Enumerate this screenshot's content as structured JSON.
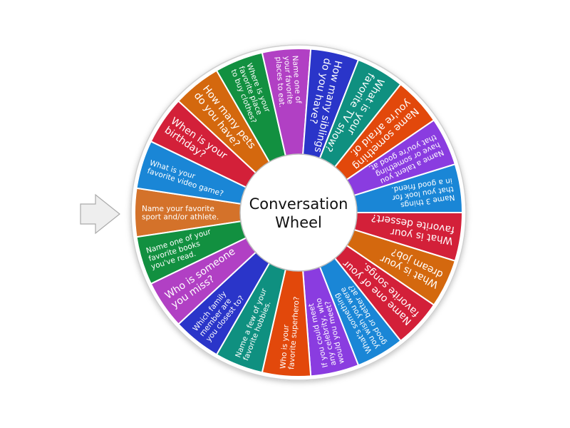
{
  "wheel": {
    "title_line1": "Conversation",
    "title_line2": "Wheel",
    "pointer_icon": "arrow-right-icon",
    "segments": [
      {
        "lines": [
          "Name your favorite",
          "sport and/or athlete."
        ],
        "color": "#d4722a",
        "big": false
      },
      {
        "lines": [
          "What is your",
          "favorite video game?"
        ],
        "color": "#1a86d6",
        "big": false
      },
      {
        "lines": [
          "When is your",
          "birthday?"
        ],
        "color": "#d32039",
        "big": true
      },
      {
        "lines": [
          "How many pets",
          "do you have?"
        ],
        "color": "#d4680e",
        "big": true
      },
      {
        "lines": [
          "Where is your",
          "favorite place",
          "to buy clothes?"
        ],
        "color": "#129040",
        "big": false
      },
      {
        "lines": [
          "Name one of",
          "your favorite",
          "places to eat."
        ],
        "color": "#b140c4",
        "big": false
      },
      {
        "lines": [
          "How many siblings",
          "do you have?"
        ],
        "color": "#2a35c9",
        "big": true
      },
      {
        "lines": [
          "What is your",
          "favorite TV show?"
        ],
        "color": "#0f9080",
        "big": true
      },
      {
        "lines": [
          "Name something",
          "you're afraid of."
        ],
        "color": "#e2480b",
        "big": true
      },
      {
        "lines": [
          "Name a talent you",
          "have or something",
          "that you're good at."
        ],
        "color": "#8a3ce0",
        "big": false
      },
      {
        "lines": [
          "Name 3 things",
          "that you look for",
          "in a good friend."
        ],
        "color": "#1a86d6",
        "big": false
      },
      {
        "lines": [
          "What is your",
          "favorite dessert?"
        ],
        "color": "#d32039",
        "big": true
      },
      {
        "lines": [
          "What is your",
          "dream job?"
        ],
        "color": "#d4680e",
        "big": true
      },
      {
        "lines": [
          "Name one of your",
          "favorite songs."
        ],
        "color": "#d32039",
        "big": true
      },
      {
        "lines": [
          "What's something",
          "you wish you were",
          "good or better at?"
        ],
        "color": "#1a86d6",
        "big": false
      },
      {
        "lines": [
          "If you could meet",
          "any celebrity, who",
          "would you meet?"
        ],
        "color": "#8a3ce0",
        "big": false
      },
      {
        "lines": [
          "Who is your",
          "favorite superhero?"
        ],
        "color": "#e2480b",
        "big": false
      },
      {
        "lines": [
          "Name a few of your",
          "favorite hobbies."
        ],
        "color": "#0f9080",
        "big": false
      },
      {
        "lines": [
          "Which family",
          "member are",
          "you closest to?"
        ],
        "color": "#2a35c9",
        "big": false
      },
      {
        "lines": [
          "Who is someone",
          "you miss?"
        ],
        "color": "#b140c4",
        "big": true
      },
      {
        "lines": [
          "Name one of your",
          "favorite books",
          "you've read."
        ],
        "color": "#129040",
        "big": false
      }
    ]
  }
}
